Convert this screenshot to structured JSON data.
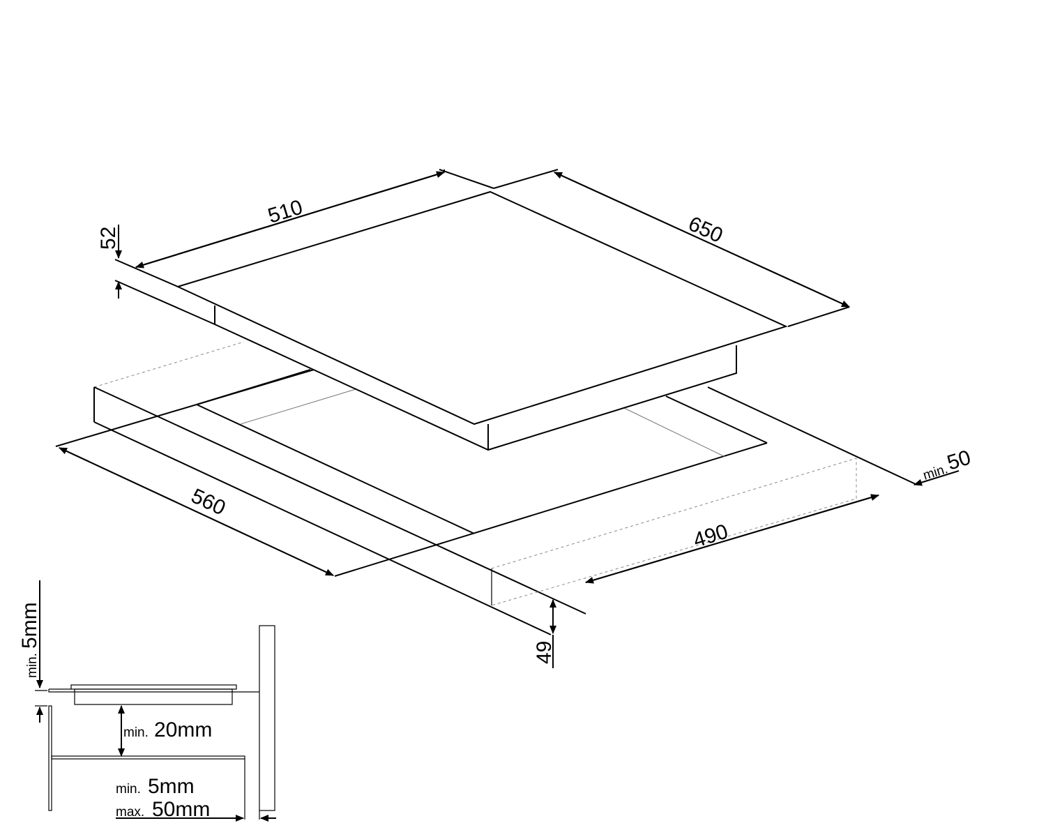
{
  "dimensions": {
    "width": "510",
    "depth": "650",
    "thickness": "52",
    "cutout_width": "560",
    "cutout_depth": "490",
    "min_rear_label": "min.",
    "min_rear_value": "50",
    "depth_under": "49"
  },
  "detail": {
    "top_gap_prefix": "min.",
    "top_gap_value": "5mm",
    "under_gap_prefix": "min.",
    "under_gap_value": "20mm",
    "side_min_prefix": "min.",
    "side_min_value": "5mm",
    "side_max_prefix": "max.",
    "side_max_value": "50mm"
  },
  "colors": {
    "line": "#000000",
    "hidden": "#888888"
  }
}
